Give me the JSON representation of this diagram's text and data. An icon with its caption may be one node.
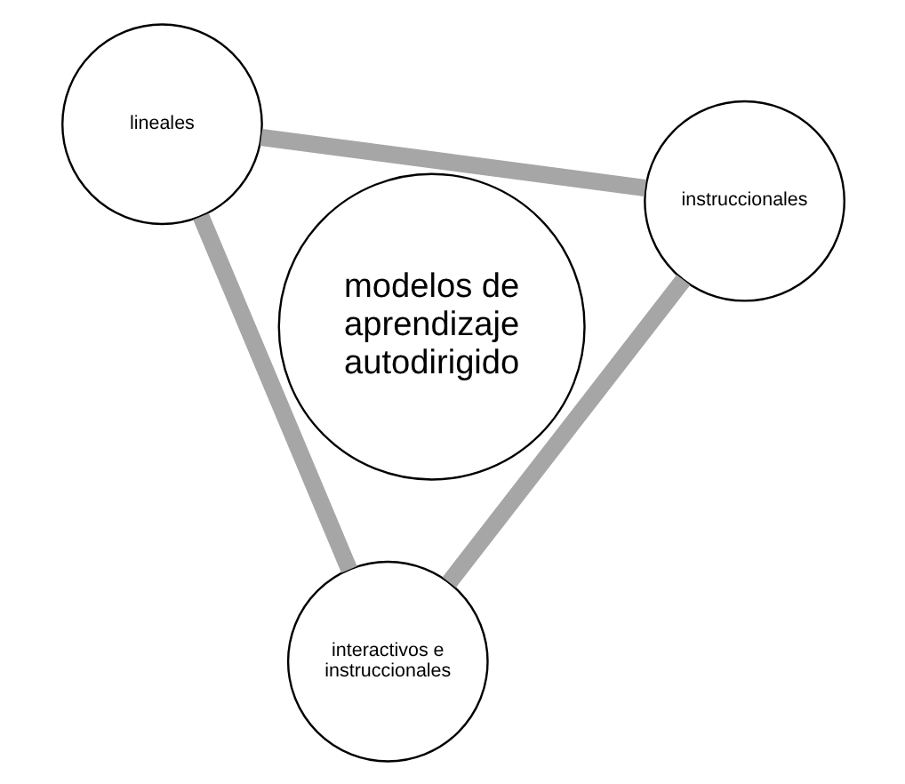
{
  "diagram": {
    "nodes": [
      {
        "text": [
          "modelos de aprendizaje autodirigido"
        ]
      },
      {
        "text": [
          "interactivos e instruccionales"
        ]
      },
      {
        "text": [
          "instruccionales"
        ]
      },
      {
        "text": [
          "lineales"
        ]
      }
    ],
    "edges": [
      {
        "from": 1,
        "to": 2,
        "arrow": "none"
      },
      {
        "from": 2,
        "to": 3,
        "arrow": "none"
      },
      {
        "from": 3,
        "to": 1,
        "arrow": "none"
      }
    ]
  }
}
